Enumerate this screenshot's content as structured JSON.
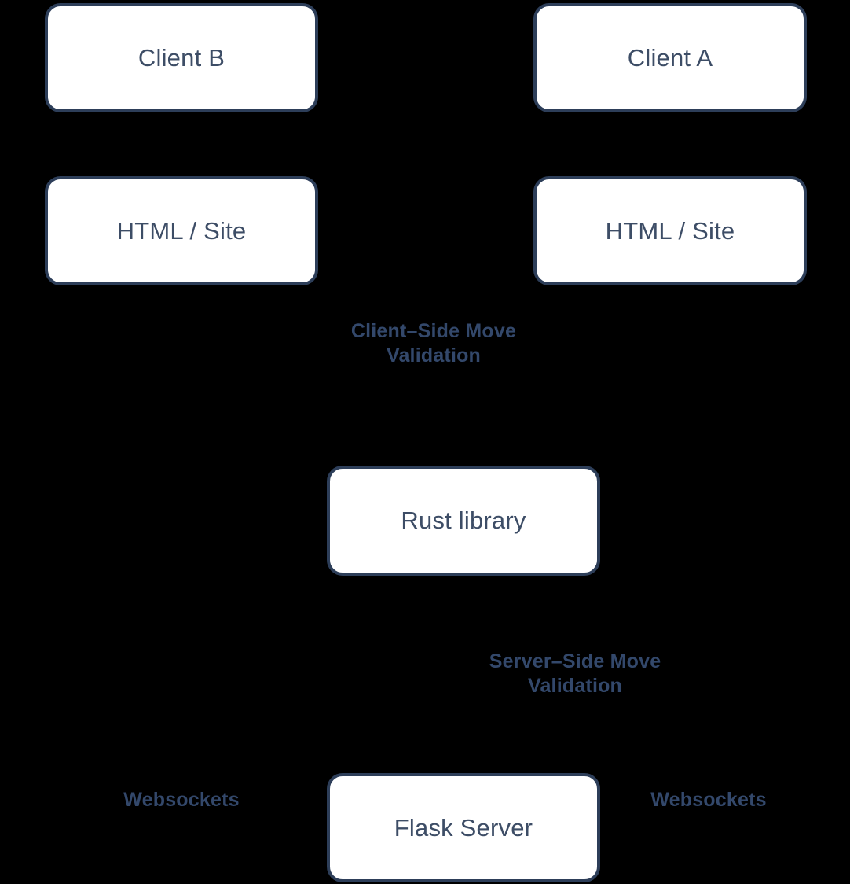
{
  "colors": {
    "bg": "#000000",
    "box_fill": "#ffffff",
    "box_border": "#2d3e59",
    "box_text": "#3d4d66",
    "label_text": "#33486b"
  },
  "nodes": {
    "client_b": {
      "label": "Client B"
    },
    "client_a": {
      "label": "Client A"
    },
    "html_site_left": {
      "label": "HTML / Site"
    },
    "html_site_right": {
      "label": "HTML / Site"
    },
    "rust_library": {
      "label": "Rust library"
    },
    "flask_server": {
      "label": "Flask Server"
    }
  },
  "annotations": {
    "client_side": {
      "line1": "Client–Side Move",
      "line2": "Validation"
    },
    "server_side": {
      "line1": "Server–Side Move",
      "line2": "Validation"
    },
    "websockets_left": {
      "label": "Websockets"
    },
    "websockets_right": {
      "label": "Websockets"
    }
  }
}
